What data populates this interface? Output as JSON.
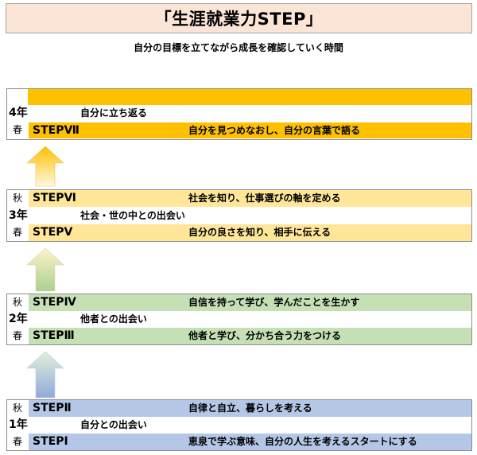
{
  "title": "「生涯就業力STEP」",
  "subtitle": "自分の目標を立てながら成長を確認していく時間",
  "colors": {
    "year4": "#ffc000",
    "year3": "#ffe699",
    "year2": "#c5e0b4",
    "year1": "#b4c7e7",
    "title_bg": "#fbe5d6"
  },
  "years": {
    "y4": {
      "year": "4年",
      "theme": "自分に立ち返る",
      "spring": {
        "season": "春",
        "step": "STEPⅦ",
        "desc": "自分を見つめなおし、自分の言葉で語る"
      }
    },
    "y3": {
      "year": "3年",
      "theme": "社会・世の中との出会い",
      "autumn": {
        "season": "秋",
        "step": "STEPⅥ",
        "desc": "社会を知り、仕事選びの軸を定める"
      },
      "spring": {
        "season": "春",
        "step": "STEPⅤ",
        "desc": "自分の良さを知り、相手に伝える"
      }
    },
    "y2": {
      "year": "2年",
      "theme": "他者との出会い",
      "autumn": {
        "season": "秋",
        "step": "STEPⅣ",
        "desc": "自信を持って学び、学んだことを生かす"
      },
      "spring": {
        "season": "春",
        "step": "STEPⅢ",
        "desc": "他者と学び、分かち合う力をつける"
      }
    },
    "y1": {
      "year": "1年",
      "theme": "自分との出会い",
      "autumn": {
        "season": "秋",
        "step": "STEPⅡ",
        "desc": "自律と自立、暮らしを考える"
      },
      "spring": {
        "season": "春",
        "step": "STEPⅠ",
        "desc": "恵泉で学ぶ意味、自分の人生を考えるスタートにする"
      }
    }
  }
}
